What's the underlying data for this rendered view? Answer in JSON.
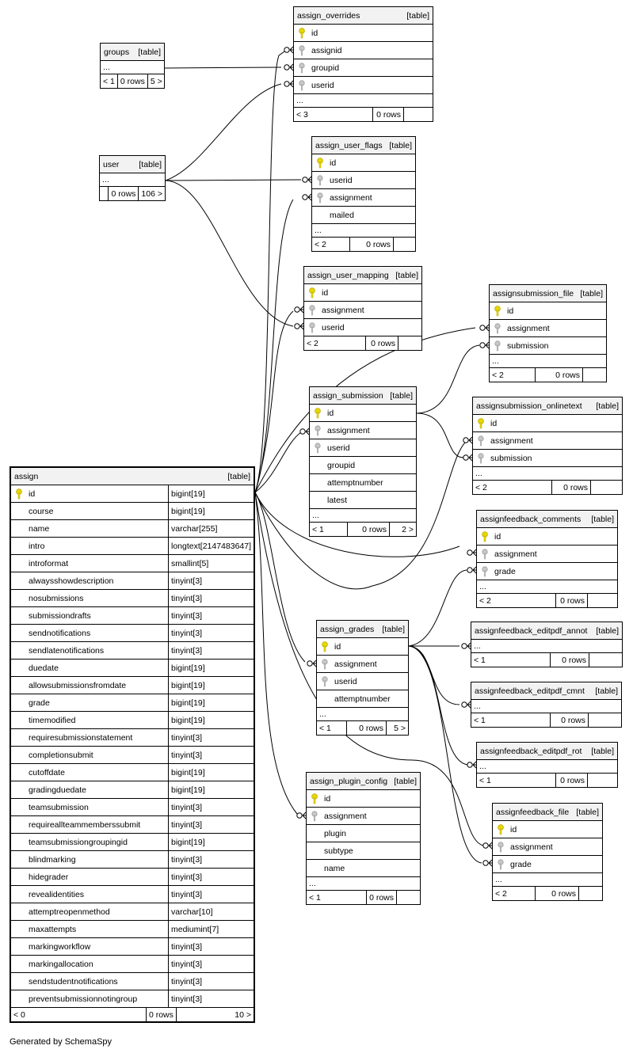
{
  "footer_text": "Generated by SchemaSpy",
  "tables": {
    "assign_overrides": {
      "name": "assign_overrides",
      "tag": "[table]",
      "cols": [
        {
          "n": "id",
          "k": "pk"
        },
        {
          "n": "assignid",
          "k": "fk"
        },
        {
          "n": "groupid",
          "k": "fk"
        },
        {
          "n": "userid",
          "k": "fk"
        }
      ],
      "ellipsis": "...",
      "foot": [
        "< 3",
        "0 rows",
        ""
      ]
    },
    "groups": {
      "name": "groups",
      "tag": "[table]",
      "cols": [],
      "ellipsis": "...",
      "foot": [
        "< 1",
        "0 rows",
        "5 >"
      ]
    },
    "user": {
      "name": "user",
      "tag": "[table]",
      "cols": [],
      "ellipsis": "...",
      "foot": [
        "",
        "0 rows",
        "106 >"
      ]
    },
    "assign_user_flags": {
      "name": "assign_user_flags",
      "tag": "[table]",
      "cols": [
        {
          "n": "id",
          "k": "pk"
        },
        {
          "n": "userid",
          "k": "fk"
        },
        {
          "n": "assignment",
          "k": "fk"
        },
        {
          "n": "mailed",
          "k": ""
        }
      ],
      "ellipsis": "...",
      "foot": [
        "< 2",
        "0 rows",
        ""
      ]
    },
    "assign_user_mapping": {
      "name": "assign_user_mapping",
      "tag": "[table]",
      "cols": [
        {
          "n": "id",
          "k": "pk"
        },
        {
          "n": "assignment",
          "k": "fk"
        },
        {
          "n": "userid",
          "k": "fk"
        }
      ],
      "foot": [
        "< 2",
        "0 rows",
        ""
      ]
    },
    "assignsubmission_file": {
      "name": "assignsubmission_file",
      "tag": "[table]",
      "cols": [
        {
          "n": "id",
          "k": "pk"
        },
        {
          "n": "assignment",
          "k": "fk"
        },
        {
          "n": "submission",
          "k": "fk"
        }
      ],
      "ellipsis": "...",
      "foot": [
        "< 2",
        "0 rows",
        ""
      ]
    },
    "assign_submission": {
      "name": "assign_submission",
      "tag": "[table]",
      "cols": [
        {
          "n": "id",
          "k": "pk"
        },
        {
          "n": "assignment",
          "k": "fk"
        },
        {
          "n": "userid",
          "k": "fk"
        },
        {
          "n": "groupid",
          "k": ""
        },
        {
          "n": "attemptnumber",
          "k": ""
        },
        {
          "n": "latest",
          "k": ""
        }
      ],
      "ellipsis": "...",
      "foot": [
        "< 1",
        "0 rows",
        "2 >"
      ]
    },
    "assignsubmission_onlinetext": {
      "name": "assignsubmission_onlinetext",
      "tag": "[table]",
      "cols": [
        {
          "n": "id",
          "k": "pk"
        },
        {
          "n": "assignment",
          "k": "fk"
        },
        {
          "n": "submission",
          "k": "fk"
        }
      ],
      "ellipsis": "...",
      "foot": [
        "< 2",
        "0 rows",
        ""
      ]
    },
    "assignfeedback_comments": {
      "name": "assignfeedback_comments",
      "tag": "[table]",
      "cols": [
        {
          "n": "id",
          "k": "pk"
        },
        {
          "n": "assignment",
          "k": "fk"
        },
        {
          "n": "grade",
          "k": "fk"
        }
      ],
      "ellipsis": "...",
      "foot": [
        "< 2",
        "0 rows",
        ""
      ]
    },
    "assign_grades": {
      "name": "assign_grades",
      "tag": "[table]",
      "cols": [
        {
          "n": "id",
          "k": "pk"
        },
        {
          "n": "assignment",
          "k": "fk"
        },
        {
          "n": "userid",
          "k": "fk"
        },
        {
          "n": "attemptnumber",
          "k": ""
        }
      ],
      "ellipsis": "...",
      "foot": [
        "< 1",
        "0 rows",
        "5 >"
      ]
    },
    "assignfeedback_editpdf_annot": {
      "name": "assignfeedback_editpdf_annot",
      "tag": "[table]",
      "cols": [],
      "ellipsis": "...",
      "foot": [
        "< 1",
        "0 rows",
        ""
      ]
    },
    "assignfeedback_editpdf_cmnt": {
      "name": "assignfeedback_editpdf_cmnt",
      "tag": "[table]",
      "cols": [],
      "ellipsis": "...",
      "foot": [
        "< 1",
        "0 rows",
        ""
      ]
    },
    "assignfeedback_editpdf_rot": {
      "name": "assignfeedback_editpdf_rot",
      "tag": "[table]",
      "cols": [],
      "ellipsis": "...",
      "foot": [
        "< 1",
        "0 rows",
        ""
      ]
    },
    "assign_plugin_config": {
      "name": "assign_plugin_config",
      "tag": "[table]",
      "cols": [
        {
          "n": "id",
          "k": "pk"
        },
        {
          "n": "assignment",
          "k": "fk"
        },
        {
          "n": "plugin",
          "k": ""
        },
        {
          "n": "subtype",
          "k": ""
        },
        {
          "n": "name",
          "k": ""
        }
      ],
      "ellipsis": "...",
      "foot": [
        "< 1",
        "0 rows",
        ""
      ]
    },
    "assignfeedback_file": {
      "name": "assignfeedback_file",
      "tag": "[table]",
      "cols": [
        {
          "n": "id",
          "k": "pk"
        },
        {
          "n": "assignment",
          "k": "fk"
        },
        {
          "n": "grade",
          "k": "fk"
        }
      ],
      "ellipsis": "...",
      "foot": [
        "< 2",
        "0 rows",
        ""
      ]
    },
    "assign": {
      "name": "assign",
      "tag": "[table]",
      "cols": [
        {
          "n": "id",
          "t": "bigint[19]",
          "k": "pk"
        },
        {
          "n": "course",
          "t": "bigint[19]",
          "k": ""
        },
        {
          "n": "name",
          "t": "varchar[255]",
          "k": ""
        },
        {
          "n": "intro",
          "t": "longtext[2147483647]",
          "k": ""
        },
        {
          "n": "introformat",
          "t": "smallint[5]",
          "k": ""
        },
        {
          "n": "alwaysshowdescription",
          "t": "tinyint[3]",
          "k": ""
        },
        {
          "n": "nosubmissions",
          "t": "tinyint[3]",
          "k": ""
        },
        {
          "n": "submissiondrafts",
          "t": "tinyint[3]",
          "k": ""
        },
        {
          "n": "sendnotifications",
          "t": "tinyint[3]",
          "k": ""
        },
        {
          "n": "sendlatenotifications",
          "t": "tinyint[3]",
          "k": ""
        },
        {
          "n": "duedate",
          "t": "bigint[19]",
          "k": ""
        },
        {
          "n": "allowsubmissionsfromdate",
          "t": "bigint[19]",
          "k": ""
        },
        {
          "n": "grade",
          "t": "bigint[19]",
          "k": ""
        },
        {
          "n": "timemodified",
          "t": "bigint[19]",
          "k": ""
        },
        {
          "n": "requiresubmissionstatement",
          "t": "tinyint[3]",
          "k": ""
        },
        {
          "n": "completionsubmit",
          "t": "tinyint[3]",
          "k": ""
        },
        {
          "n": "cutoffdate",
          "t": "bigint[19]",
          "k": ""
        },
        {
          "n": "gradingduedate",
          "t": "bigint[19]",
          "k": ""
        },
        {
          "n": "teamsubmission",
          "t": "tinyint[3]",
          "k": ""
        },
        {
          "n": "requireallteammemberssubmit",
          "t": "tinyint[3]",
          "k": ""
        },
        {
          "n": "teamsubmissiongroupingid",
          "t": "bigint[19]",
          "k": ""
        },
        {
          "n": "blindmarking",
          "t": "tinyint[3]",
          "k": ""
        },
        {
          "n": "hidegrader",
          "t": "tinyint[3]",
          "k": ""
        },
        {
          "n": "revealidentities",
          "t": "tinyint[3]",
          "k": ""
        },
        {
          "n": "attemptreopenmethod",
          "t": "varchar[10]",
          "k": ""
        },
        {
          "n": "maxattempts",
          "t": "mediumint[7]",
          "k": ""
        },
        {
          "n": "markingworkflow",
          "t": "tinyint[3]",
          "k": ""
        },
        {
          "n": "markingallocation",
          "t": "tinyint[3]",
          "k": ""
        },
        {
          "n": "sendstudentnotifications",
          "t": "tinyint[3]",
          "k": ""
        },
        {
          "n": "preventsubmissionnotingroup",
          "t": "tinyint[3]",
          "k": ""
        }
      ],
      "foot": [
        "< 0",
        "0 rows",
        "10 >"
      ]
    }
  }
}
